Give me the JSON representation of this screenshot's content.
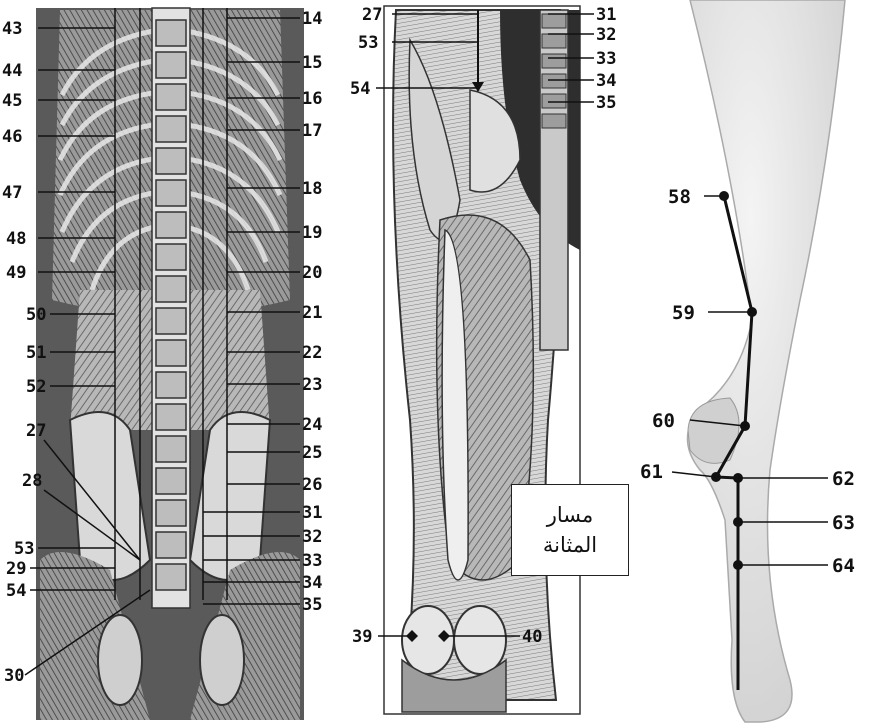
{
  "caption": {
    "line1": "مسار",
    "line2": "المثانة"
  },
  "back_panel": {
    "left_labels": [
      "43",
      "44",
      "45",
      "46",
      "47",
      "48",
      "49",
      "50",
      "51",
      "52",
      "27",
      "28",
      "53",
      "29",
      "54",
      "30"
    ],
    "right_labels": [
      "14",
      "15",
      "16",
      "17",
      "18",
      "19",
      "20",
      "21",
      "22",
      "23",
      "24",
      "25",
      "26",
      "31",
      "32",
      "33",
      "34",
      "35"
    ]
  },
  "thigh_panel": {
    "labels": [
      "27",
      "53",
      "54",
      "31",
      "32",
      "33",
      "34",
      "35",
      "39",
      "40"
    ]
  },
  "leg_panel": {
    "labels": [
      "58",
      "59",
      "60",
      "61",
      "62",
      "63",
      "64"
    ]
  },
  "colors": {
    "line": "#111111",
    "skin": "#e6e6e6",
    "muscle_dark": "#3a3a3a",
    "muscle_mid": "#8a8a8a",
    "bone": "#cfcfcf"
  }
}
